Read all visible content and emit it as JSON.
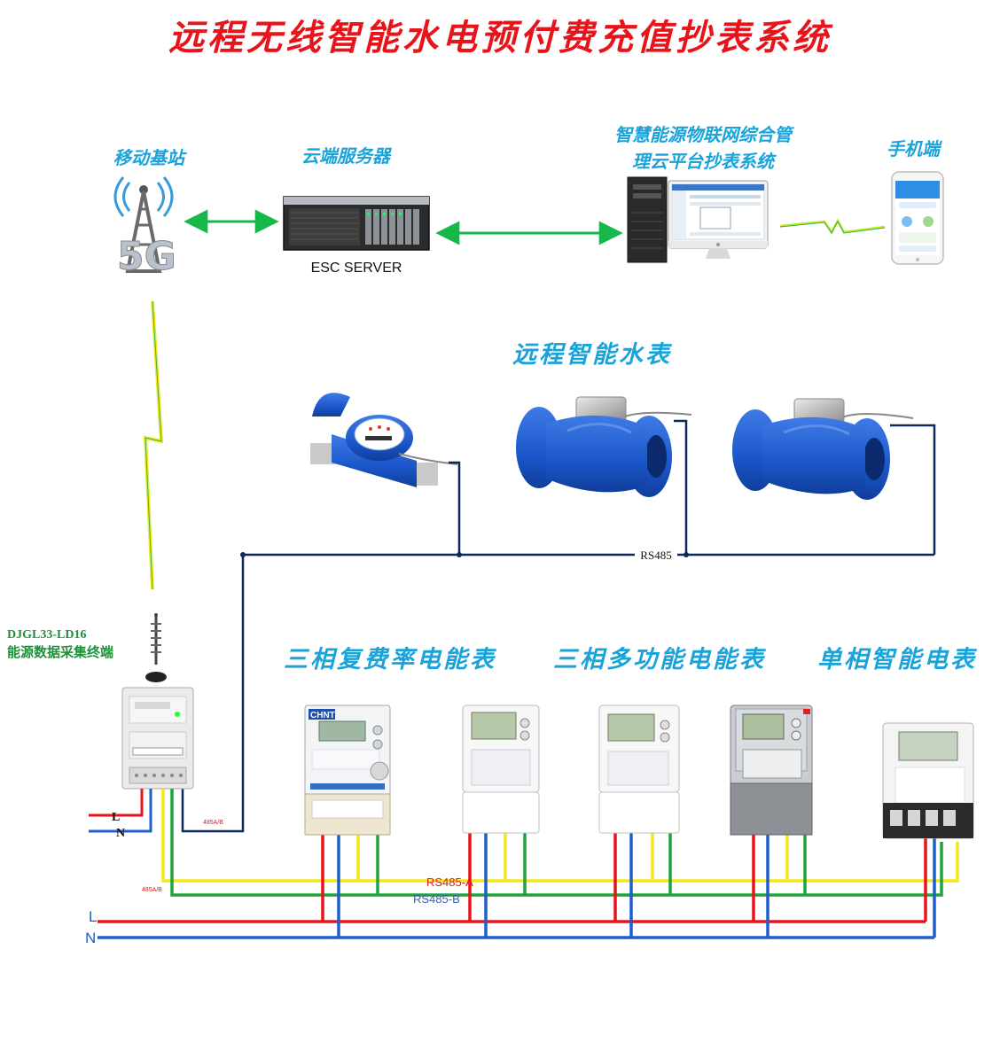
{
  "title": "远程无线智能水电预付费充值抄表系统",
  "labels": {
    "base_station": "移动基站",
    "cloud_server": "云端服务器",
    "server_caption": "ESC SERVER",
    "platform_line1": "智慧能源物联网综合管",
    "platform_line2": "理云平台抄表系统",
    "mobile": "手机端",
    "water_meters": "远程智能水表",
    "three_phase_multi_rate": "三相复费率电能表",
    "three_phase_multi_function": "三相多功能电能表",
    "single_phase": "单相智能电表",
    "terminal_code": "DJGL33-LD16",
    "terminal_name": "能源数据采集终端",
    "rs485": "RS485",
    "rs485_a": "RS485-A",
    "rs485_b": "RS485-B",
    "line_l": "L",
    "line_n": "N",
    "term_l": "L",
    "term_n": "N",
    "port_485_1": "485A/B",
    "port_485_2": "485A/B",
    "brand": "CHNT",
    "badge_5g": "5G"
  },
  "colors": {
    "title": "#e8141b",
    "label_blue": "#1aa3d9",
    "rs485_line": "#0e2a5a",
    "arrow_green": "#16b84a",
    "live_red": "#e8141b",
    "neutral_blue": "#1f5fc9",
    "bus_yellow": "#f4e61c",
    "bus_green": "#1fa33b",
    "meter_blue": "#1b56c9",
    "terminal_green": "#1f8f3a"
  }
}
